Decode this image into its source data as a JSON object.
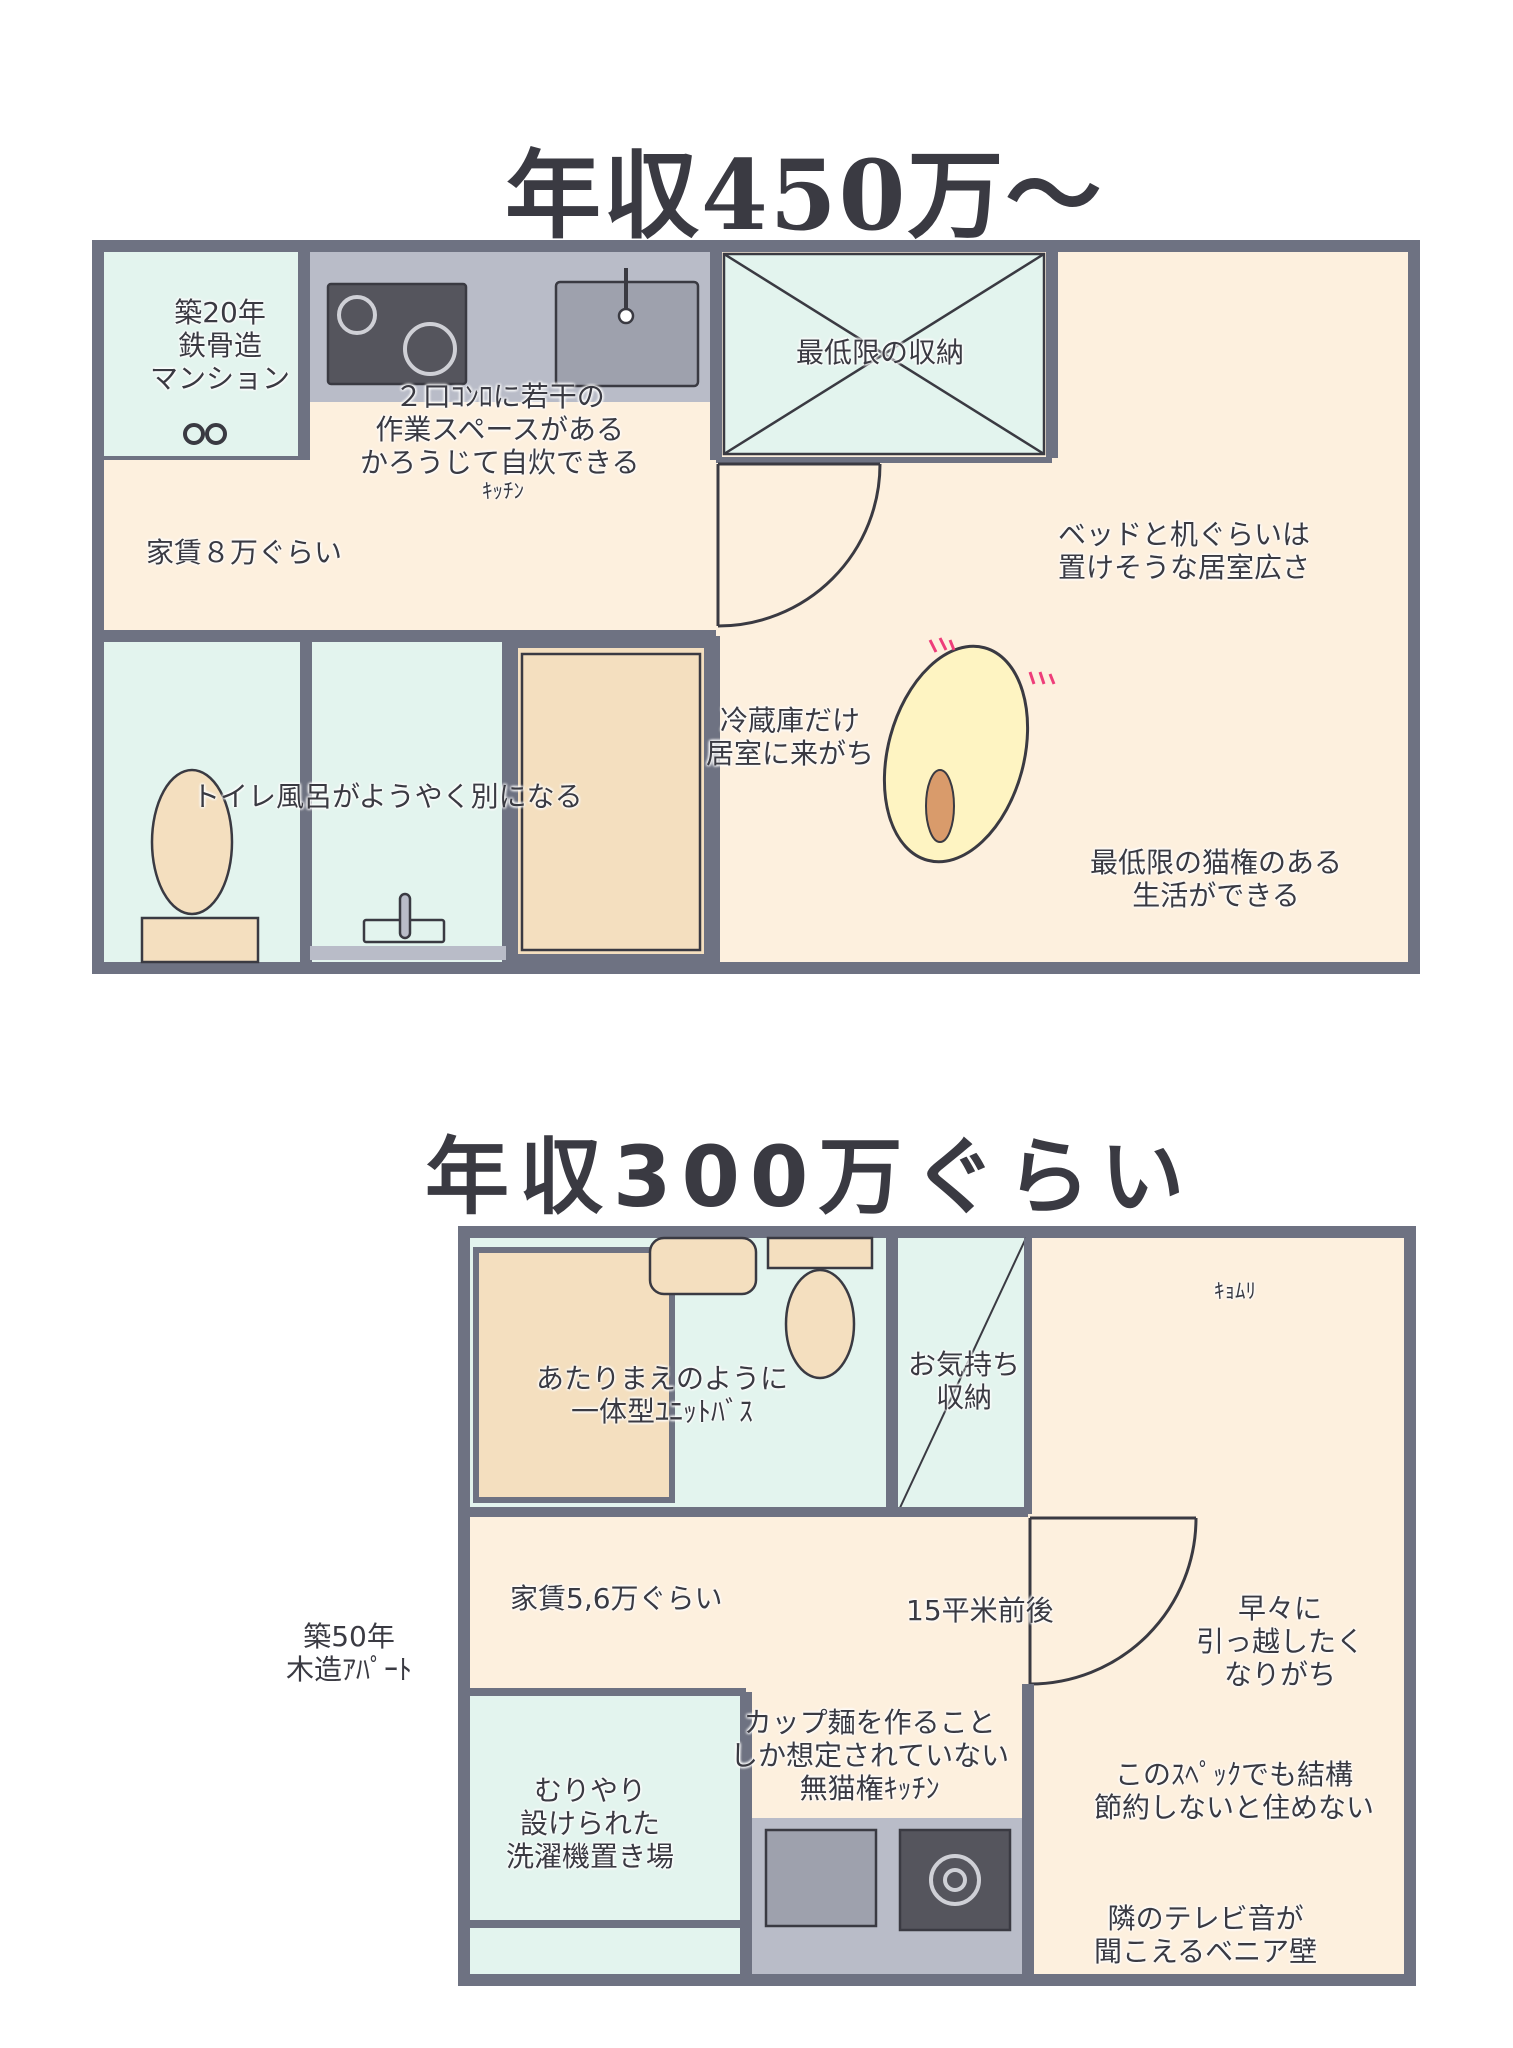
{
  "plan_top": {
    "title": "年収450万〜",
    "labels": {
      "building": "築20年\n鉄骨造\nマンション",
      "kitchen": "２口ｺﾝﾛに若干の\n作業スペースがある\nかろうじて自炊できる",
      "kitchen_sub": "ｷｯﾁﾝ",
      "storage": "最低限の収納",
      "rent": "家賃８万ぐらい",
      "room": "ベッドと机ぐらいは\n置けそうな居室広さ",
      "fridge": "冷蔵庫だけ\n居室に来がち",
      "bath": "トイレ風呂がようやく別になる",
      "cat_life": "最低限の猫権のある\n生活ができる"
    }
  },
  "plan_bottom": {
    "title": "年収300万ぐらい",
    "labels": {
      "building": "築50年\n木造ｱﾊﾟｰﾄ",
      "unitbath": "あたりまえのように\n一体型ﾕﾆｯﾄﾊﾞｽ",
      "storage": "お気持ち\n収納",
      "cat_name": "ｷｮﾑﾘ",
      "rent": "家賃5,6万ぐらい",
      "size": "15平米前後",
      "move": "早々に\n引っ越したく\nなりがち",
      "kitchen": "カップ麺を作ること\nしか想定されていない\n無猫権ｷｯﾁﾝ",
      "washer": "むりやり\n設けられた\n洗濯機置き場",
      "spec": "このｽﾍﾟｯｸでも結構\n節約しないと住めない",
      "wall": "隣のテレビ音が\n聞こえるベニア壁"
    }
  },
  "colors": {
    "wall": "#6e7282",
    "floor": "#fdf0de",
    "wet_area": "#e3f4ee",
    "counter": "#b9bcc8",
    "appliance": "#55555d",
    "wood": "#f4dfbf",
    "ink": "#3a3a42"
  }
}
